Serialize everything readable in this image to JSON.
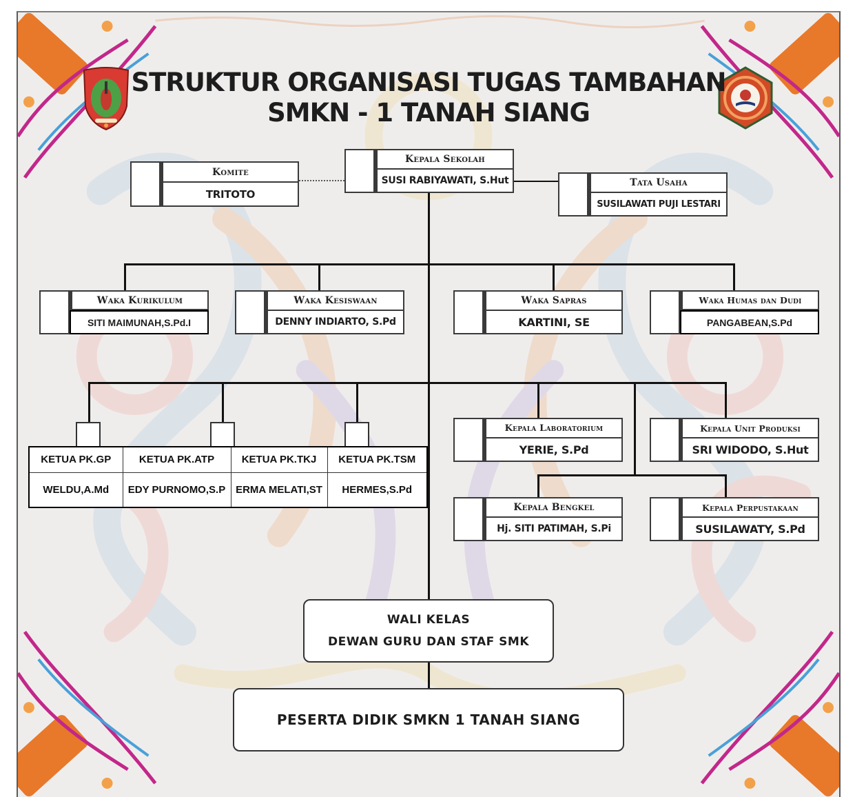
{
  "header": {
    "title_line1": "STRUKTUR ORGANISASI TUGAS TAMBAHAN",
    "title_line2": "SMKN - 1 TANAH SIANG",
    "logo_left": "kalimantan-tengah-province-crest",
    "logo_right": "smkn-1-tanah-siang-school-emblem"
  },
  "top": {
    "komite": {
      "role": "Komite",
      "name": "TRITOTO"
    },
    "kepala_sekolah": {
      "role": "Kepala Sekolah",
      "name": "SUSI RABIYAWATI, S.Hut"
    },
    "tata_usaha": {
      "role": "Tata Usaha",
      "name": "SUSILAWATI PUJI LESTARI"
    }
  },
  "wakil": [
    {
      "role": "Waka Kurikulum",
      "name": "SITI MAIMUNAH,S.Pd.I"
    },
    {
      "role": "Waka Kesiswaan",
      "name": "DENNY INDIARTO, S.Pd"
    },
    {
      "role": "Waka Sapras",
      "name": "KARTINI, SE"
    },
    {
      "role": "Waka Humas dan Dudi",
      "name": "PANGABEAN,S.Pd"
    }
  ],
  "ketua_pk": {
    "headers": [
      "KETUA PK.GP",
      "KETUA PK.ATP",
      "KETUA PK.TKJ",
      "KETUA PK.TSM"
    ],
    "names": [
      "WELDU,A.Md",
      "EDY PURNOMO,S.P",
      "ERMA MELATI,ST",
      "HERMES,S.Pd"
    ]
  },
  "kepala_unit": [
    {
      "role": "Kepala Laboratorium",
      "name": "YERIE, S.Pd"
    },
    {
      "role": "Kepala Unit Produksi",
      "name": "SRI WIDODO, S.Hut"
    },
    {
      "role": "Kepala Bengkel",
      "name": "Hj. SITI PATIMAH, S.Pi"
    },
    {
      "role": "Kepala Perpustakaan",
      "name": "SUSILAWATY, S.Pd"
    }
  ],
  "bottom": {
    "guru_line1": "WALI KELAS",
    "guru_line2": "DEWAN GURU DAN STAF SMK",
    "peserta": "PESERTA DIDIK SMKN 1 TANAH SIANG"
  },
  "colors": {
    "background": "#efedec",
    "line": "#111111",
    "box_border": "#3a3a3a",
    "ornament_orange": "#e8782a",
    "ornament_magenta": "#c2278a",
    "ornament_blue": "#4aa0d8"
  }
}
